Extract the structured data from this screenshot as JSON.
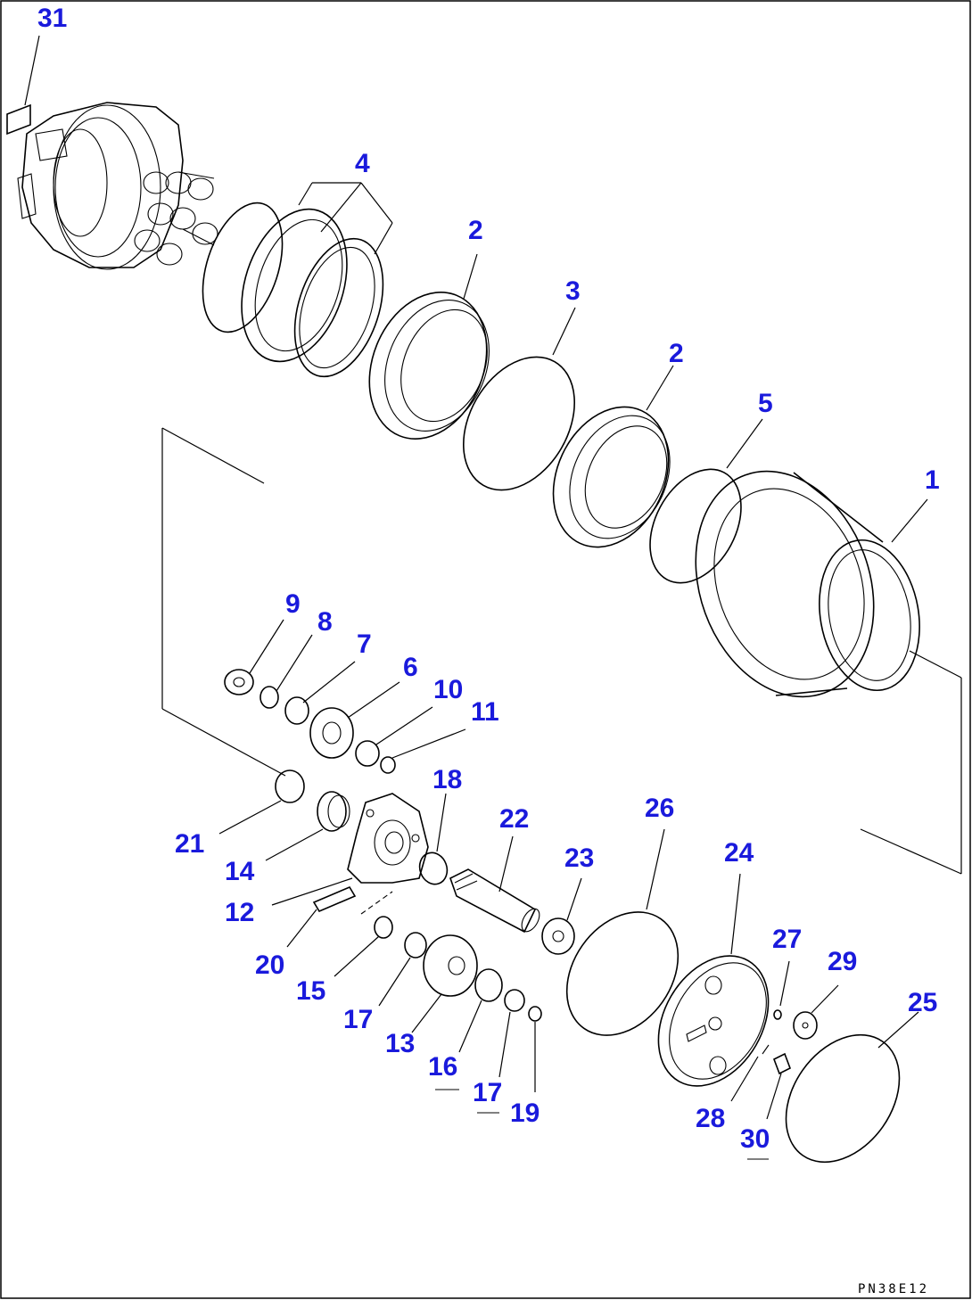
{
  "drawing_code": "PN38E12",
  "callouts": {
    "c1": "1",
    "c2a": "2",
    "c2b": "2",
    "c3": "3",
    "c4": "4",
    "c5": "5",
    "c6": "6",
    "c7": "7",
    "c8": "8",
    "c9": "9",
    "c10": "10",
    "c11": "11",
    "c12": "12",
    "c13": "13",
    "c14": "14",
    "c15": "15",
    "c16": "16",
    "c17a": "17",
    "c17b": "17",
    "c18": "18",
    "c19": "19",
    "c20": "20",
    "c21": "21",
    "c22": "22",
    "c23": "23",
    "c24": "24",
    "c25": "25",
    "c26": "26",
    "c27": "27",
    "c28": "28",
    "c29": "29",
    "c30": "30",
    "c31": "31"
  },
  "colors": {
    "callout": "#1a1adc",
    "line": "#000000",
    "background": "#ffffff"
  }
}
